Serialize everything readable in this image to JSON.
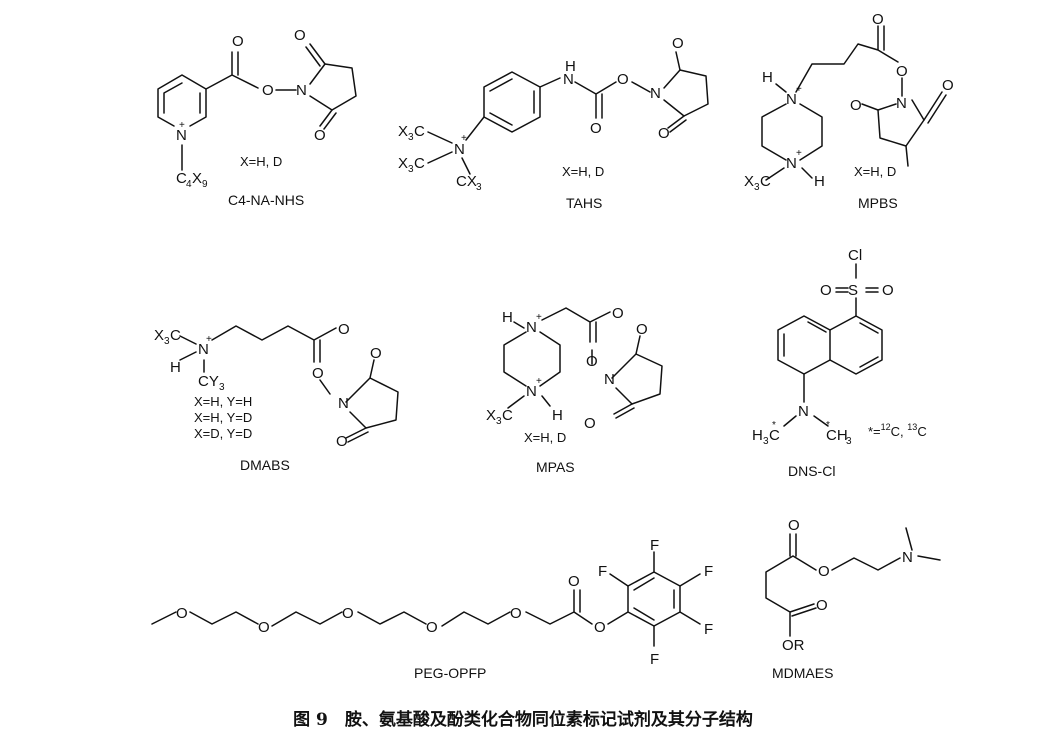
{
  "caption": "图 9　胺、氨基酸及酚类化合物同位素标记试剂及其分子结构",
  "compounds": [
    {
      "name": "C4-NA-NHS",
      "variant": "X=H, D"
    },
    {
      "name": "TAHS",
      "variant": "X=H, D"
    },
    {
      "name": "MPBS",
      "variant": "X=H, D"
    },
    {
      "name": "DMABS",
      "variants": [
        "X=H, Y=H",
        "X=H, Y=D",
        "X=D, Y=D"
      ]
    },
    {
      "name": "MPAS",
      "variant": "X=H, D"
    },
    {
      "name": "DNS-Cl",
      "note": "*=12C, 13C"
    },
    {
      "name": "PEG-OPFP"
    },
    {
      "name": "MDMAES"
    }
  ]
}
